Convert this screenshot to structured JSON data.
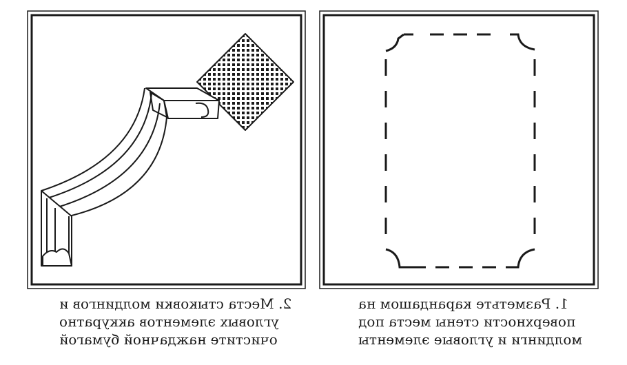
{
  "panels": [
    {
      "id": "left",
      "caption_lines": [
        "2. Места стыковки молдингов и",
        "угловых элементов аккуратно",
        "очистите наждачной бумагой"
      ]
    },
    {
      "id": "right",
      "caption_lines": [
        "1. Разметьте карандашом на",
        "поверхности стены места под",
        "молдинги и угловые элементы"
      ]
    }
  ],
  "colors": {
    "line": "#1a1a1a",
    "background": "#ffffff"
  }
}
